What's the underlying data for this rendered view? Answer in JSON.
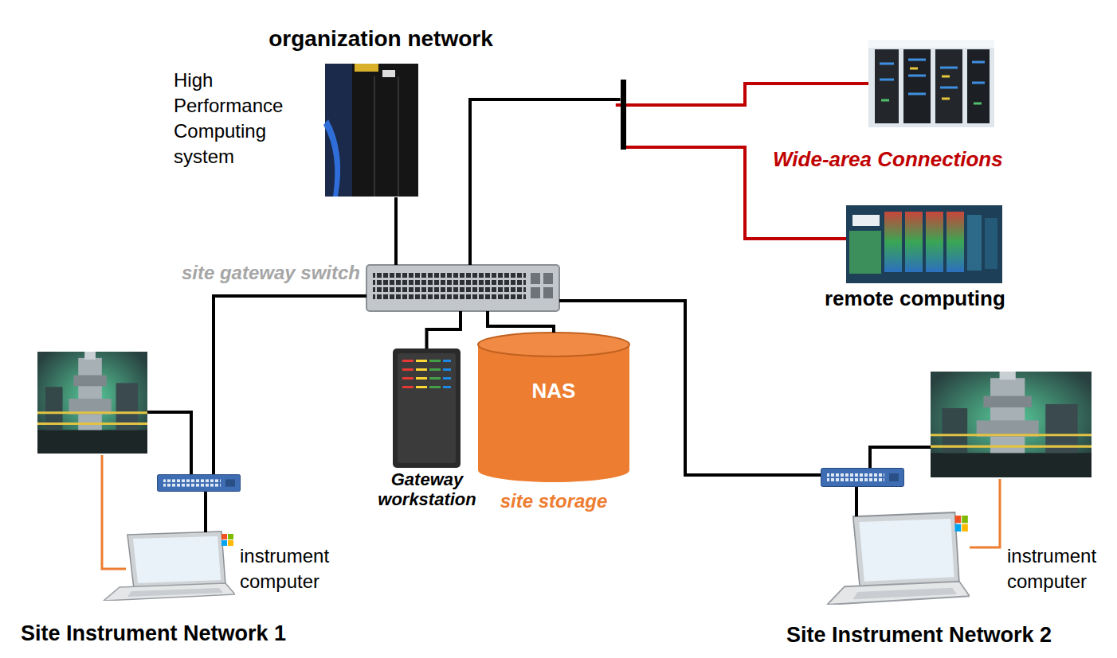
{
  "diagram": {
    "nodes": [
      {
        "text": [
          "organization network"
        ]
      },
      {
        "text": [
          "High Performance Computing system"
        ],
        "in": 0
      },
      {
        "text": [
          "site gateway switch"
        ]
      },
      {
        "text": [
          "Gateway workstation"
        ]
      },
      {
        "text": [
          "NAS",
          "site storage"
        ]
      },
      {
        "text": [
          "Wide-area Connections"
        ]
      },
      {
        "text": [
          "remote computing"
        ]
      },
      {
        "text": [
          "Site Instrument Network 1"
        ]
      },
      {
        "text": [
          "instrument computer"
        ],
        "in": 7
      },
      {
        "text": [
          "Site Instrument Network 2"
        ]
      },
      {
        "text": [
          "instrument computer"
        ],
        "in": 9
      }
    ],
    "edges": [
      {
        "from": 1,
        "to": 2,
        "arrow": "none"
      },
      {
        "from": 0,
        "to": 2,
        "arrow": "none"
      },
      {
        "from": 0,
        "to": 5,
        "arrow": "none"
      },
      {
        "from": 0,
        "to": 6,
        "arrow": "none"
      },
      {
        "from": 2,
        "to": 3,
        "arrow": "none"
      },
      {
        "from": 2,
        "to": 4,
        "arrow": "none"
      },
      {
        "from": 2,
        "to": 7,
        "arrow": "none"
      },
      {
        "from": 2,
        "to": 9,
        "arrow": "none"
      }
    ]
  }
}
